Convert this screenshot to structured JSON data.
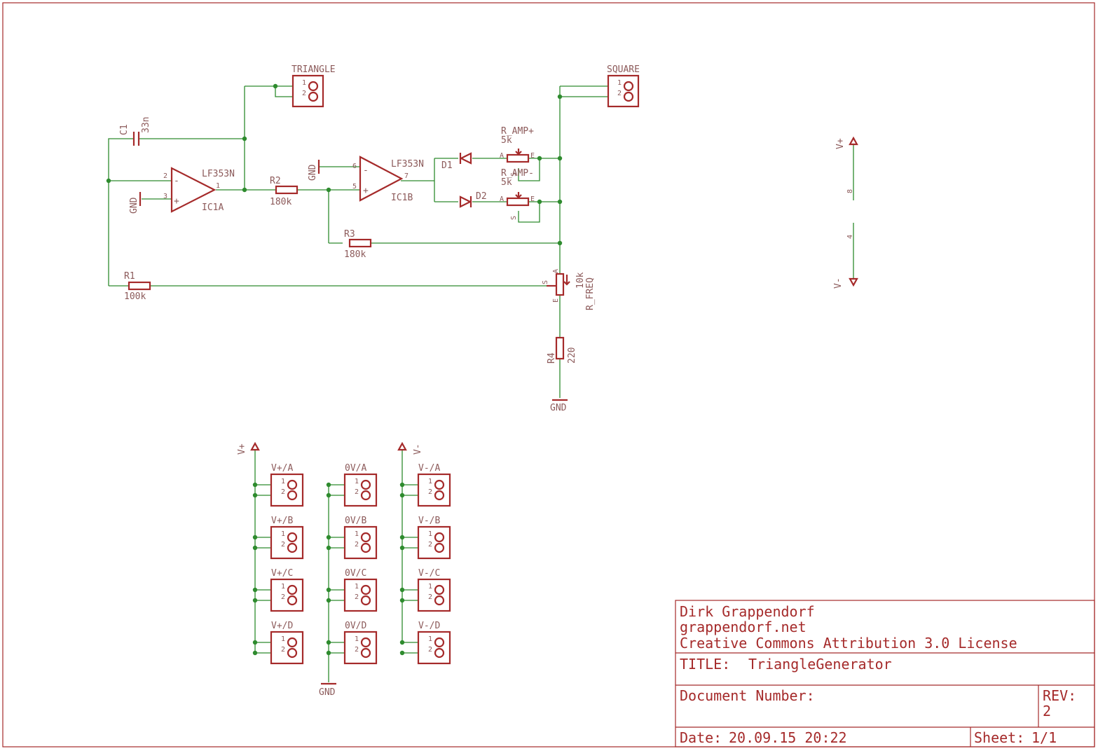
{
  "colors": {
    "symbol": "#a52a2a",
    "net": "#2e8b2e",
    "text": "#8c5a5a",
    "background": "#ffffff"
  },
  "connectors": {
    "triangle": "TRIANGLE",
    "square": "SQUARE",
    "vplus_a": "V+/A",
    "vplus_b": "V+/B",
    "vplus_c": "V+/C",
    "vplus_d": "V+/D",
    "zero_a": "0V/A",
    "zero_b": "0V/B",
    "zero_c": "0V/C",
    "zero_d": "0V/D",
    "vminus_a": "V-/A",
    "vminus_b": "V-/B",
    "vminus_c": "V-/C",
    "vminus_d": "V-/D",
    "pin1": "1",
    "pin2": "2"
  },
  "parts": {
    "c1_name": "C1",
    "c1_value": "33n",
    "ic1a_value": "LF353N",
    "ic1a_name": "IC1A",
    "ic1b_value": "LF353N",
    "ic1b_name": "IC1B",
    "r1_name": "R1",
    "r1_value": "100k",
    "r2_name": "R2",
    "r2_value": "180k",
    "r3_name": "R3",
    "r3_value": "180k",
    "r4_name": "R4",
    "r4_value": "220",
    "d1_name": "D1",
    "d2_name": "D2",
    "ramp_plus_name": "R_AMP+",
    "ramp_plus_value": "5k",
    "ramp_minus_name": "R_AMP-",
    "ramp_minus_value": "5k",
    "rfreq_name": "R_FREQ",
    "rfreq_value": "10k"
  },
  "pins": {
    "ic1a_inv": "2",
    "ic1a_noninv": "3",
    "ic1a_out": "1",
    "ic1b_inv": "6",
    "ic1b_noninv": "5",
    "ic1b_out": "7",
    "pot_a": "A",
    "pot_e": "E",
    "pot_s": "S",
    "pwr_top": "8",
    "pwr_bottom": "4",
    "minus_sign": "-",
    "plus_sign": "+"
  },
  "supplies": {
    "gnd": "GND",
    "vplus": "V+",
    "vminus": "V-"
  },
  "title_block": {
    "author": "Dirk Grappendorf",
    "website": "grappendorf.net",
    "license": "Creative Commons Attribution 3.0 License",
    "title_label": "TITLE:",
    "title_value": "TriangleGenerator",
    "doc_label": "Document Number:",
    "rev_label": "REV:",
    "rev_value": "2",
    "date_label": "Date:",
    "date_value": "20.09.15 20:22",
    "sheet_label": "Sheet:",
    "sheet_value": "1/1"
  }
}
